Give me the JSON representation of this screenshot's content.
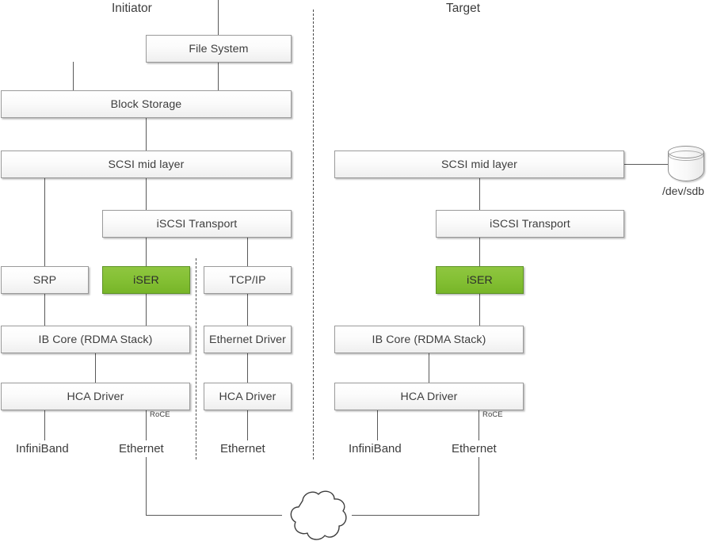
{
  "diagram": {
    "title_initiator": "Initiator",
    "title_target": "Target",
    "highlight_color": "#84c034",
    "box_border_color": "#9a9a9a",
    "line_color": "#595959"
  },
  "initiator": {
    "header": "Initiator",
    "boxes": {
      "file_system": "File System",
      "block_storage": "Block Storage",
      "scsi_mid_layer": "SCSI mid layer",
      "iscsi_transport": "iSCSI Transport",
      "srp": "SRP",
      "iser": "iSER",
      "tcp_ip": "TCP/IP",
      "ib_core": "IB Core (RDMA Stack)",
      "ethernet_driver": "Ethernet Driver",
      "hca_driver_rdma": "HCA Driver",
      "hca_driver_eth": "HCA Driver"
    },
    "endpoints": {
      "infiniband": "InfiniBand",
      "ethernet_roce": "Ethernet",
      "ethernet_tcp": "Ethernet"
    },
    "annotations": {
      "roce": "RoCE"
    }
  },
  "target": {
    "header": "Target",
    "boxes": {
      "scsi_mid_layer": "SCSI mid layer",
      "iscsi_transport": "iSCSI Transport",
      "iser": "iSER",
      "ib_core": "IB Core (RDMA Stack)",
      "hca_driver": "HCA Driver"
    },
    "endpoints": {
      "infiniband": "InfiniBand",
      "ethernet": "Ethernet"
    },
    "annotations": {
      "roce": "RoCE"
    },
    "storage": {
      "device_label": "/dev/sdb"
    }
  },
  "network": {
    "cloud_label": ""
  }
}
